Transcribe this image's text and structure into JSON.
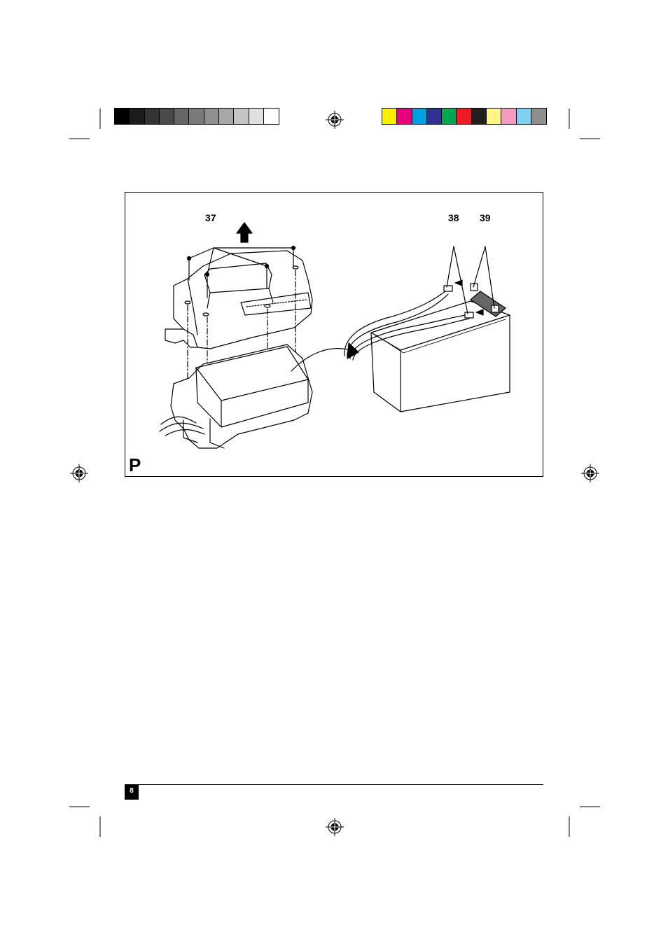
{
  "color_bar": {
    "grayscale": [
      "#000000",
      "#1c1c1c",
      "#333333",
      "#4a4a4a",
      "#666666",
      "#7a7a7a",
      "#8f8f8f",
      "#a8a8a8",
      "#c4c4c4",
      "#e0e0e0",
      "#ffffff"
    ],
    "colors": [
      "#ffee00",
      "#e6007e",
      "#00a0e3",
      "#2e3192",
      "#00a650",
      "#ed1c24",
      "#231f20",
      "#fff685",
      "#f49ac1",
      "#7fd0f3",
      "#8f8f8f"
    ]
  },
  "figure": {
    "label": "P",
    "callouts": {
      "screws": "37",
      "connector_a": "38",
      "connector_b": "39"
    }
  },
  "footer": {
    "page_number": "8"
  }
}
